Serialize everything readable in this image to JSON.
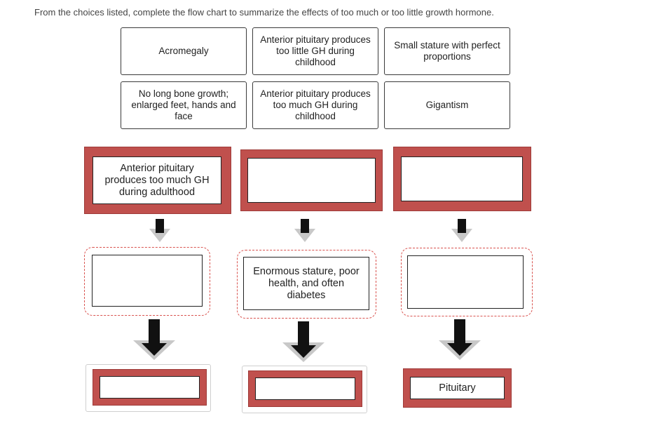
{
  "instruction": "From the choices listed, complete the flow chart to summarize the effects of too much or too little growth hormone.",
  "choices": [
    {
      "id": "acromegaly",
      "label": "Acromegaly"
    },
    {
      "id": "too-little-childhood",
      "label": "Anterior pituitary produces too little GH during childhood"
    },
    {
      "id": "small-stature",
      "label": "Small stature with perfect proportions"
    },
    {
      "id": "no-long-bone",
      "label": "No long bone growth; enlarged feet, hands and face"
    },
    {
      "id": "too-much-childhood",
      "label": "Anterior pituitary produces too much GH during childhood"
    },
    {
      "id": "gigantism",
      "label": "Gigantism"
    }
  ],
  "flowchart": {
    "columns": [
      {
        "cause": "Anterior pituitary produces too much GH during adulthood",
        "effect": "",
        "condition": ""
      },
      {
        "cause": "",
        "effect": "Enormous stature, poor health, and often diabetes",
        "condition": ""
      },
      {
        "cause": "",
        "effect": "",
        "condition": "Pituitary"
      }
    ]
  },
  "colors": {
    "frame_red": "#c0504d",
    "dash_red": "#d9534f",
    "arrow_black": "#111111",
    "arrow_gray": "#c8c8c8"
  }
}
